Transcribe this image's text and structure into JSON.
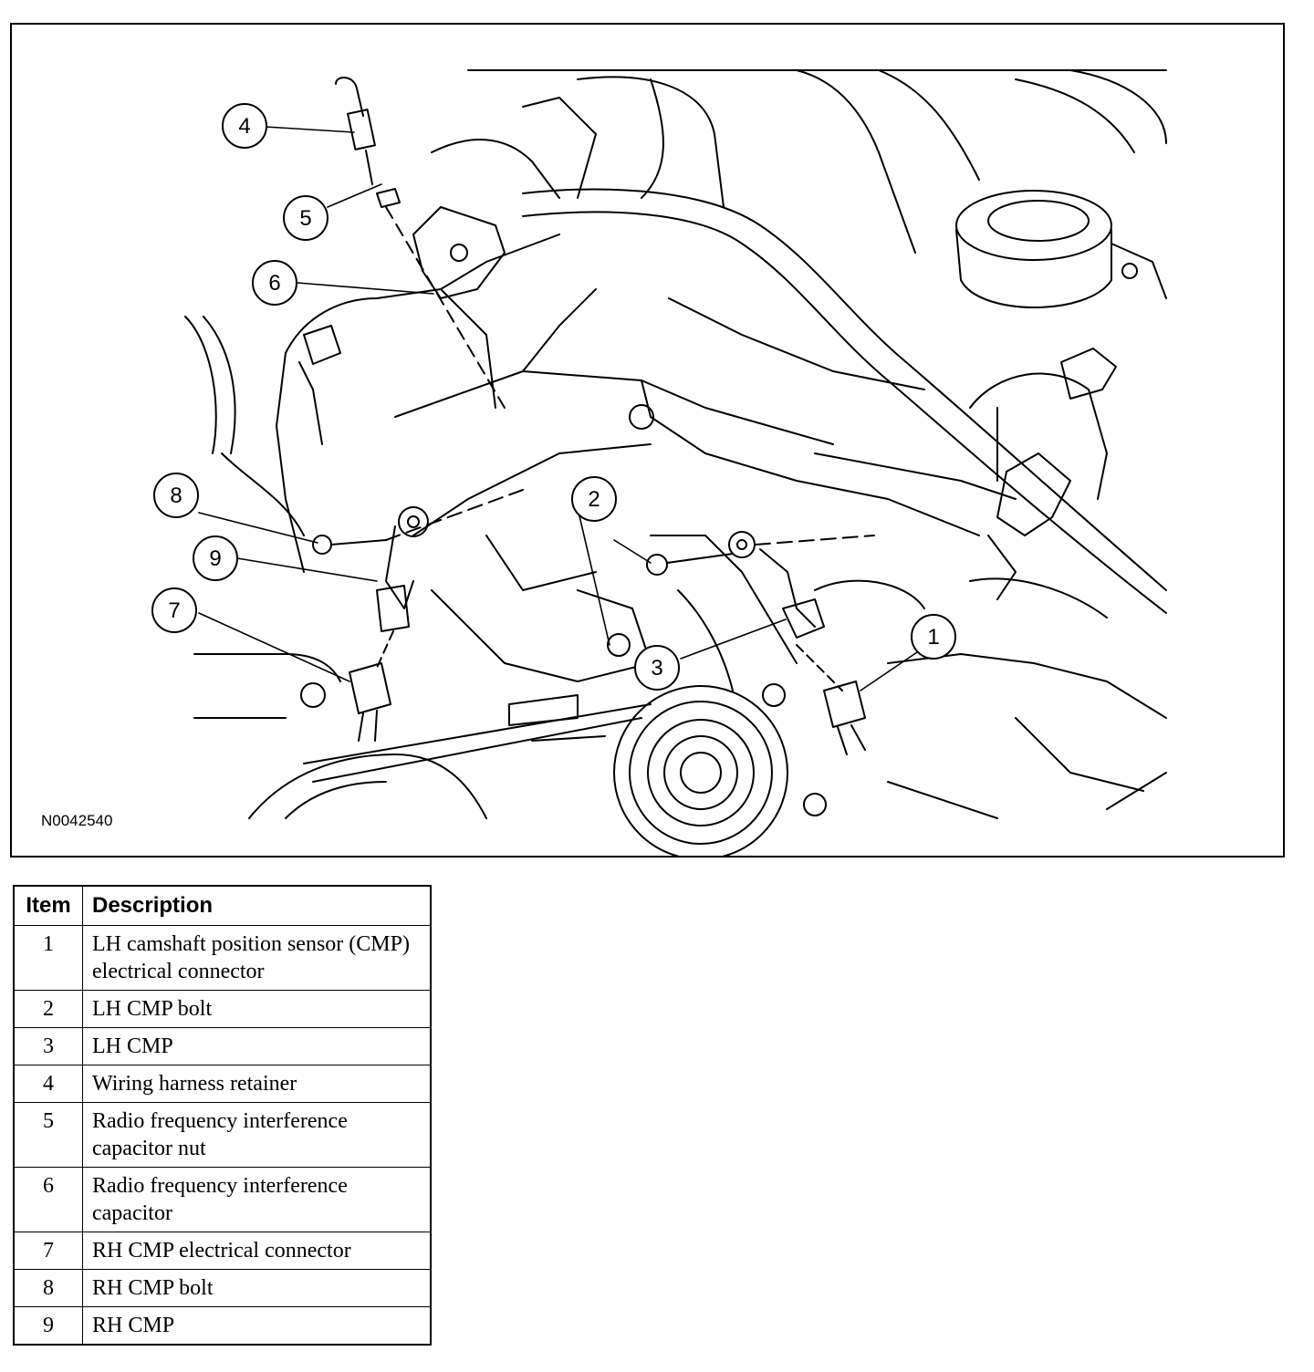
{
  "figure": {
    "id_code": "N0042540",
    "callouts": [
      "1",
      "2",
      "3",
      "4",
      "5",
      "6",
      "7",
      "8",
      "9"
    ]
  },
  "legend": {
    "headers": {
      "item": "Item",
      "description": "Description"
    },
    "rows": [
      {
        "item": "1",
        "description": "LH camshaft position sensor (CMP) electrical connector"
      },
      {
        "item": "2",
        "description": "LH CMP bolt"
      },
      {
        "item": "3",
        "description": "LH CMP"
      },
      {
        "item": "4",
        "description": "Wiring harness retainer"
      },
      {
        "item": "5",
        "description": "Radio frequency interference capacitor nut"
      },
      {
        "item": "6",
        "description": "Radio frequency interference capacitor"
      },
      {
        "item": "7",
        "description": "RH CMP electrical connector"
      },
      {
        "item": "8",
        "description": "RH CMP bolt"
      },
      {
        "item": "9",
        "description": "RH CMP"
      }
    ]
  }
}
